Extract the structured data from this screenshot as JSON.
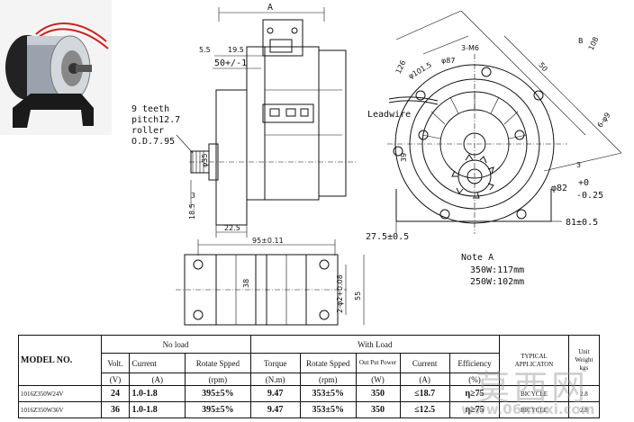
{
  "drawing": {
    "side_view": {
      "dim_a": "A",
      "dim_5_5": "5.5",
      "dim_19_5": "19.5",
      "dim_50": "50+/-1",
      "sprocket_note_lines": [
        "9 teeth",
        "pitch12.7",
        "roller",
        "O.D.7.95"
      ],
      "dim_phi35": "φ35",
      "dim_3": "3",
      "dim_18_5": "18.5",
      "dim_22_5": "22.5"
    },
    "front_view": {
      "dim_126": "126",
      "dim_phi87": "φ87",
      "dim_phi101_5": "φ101.5",
      "dim_3_m6": "3-M6",
      "dim_b": "B",
      "dim_108": "108",
      "dim_50": "50",
      "dim_39": "39",
      "dim_6_phi9": "6-φ9",
      "dim_3": "3",
      "dim_phi82": "φ82",
      "dim_tol_upper": "+0",
      "dim_tol_lower": "-0.25",
      "dim_81": "81±0.5",
      "dim_27_5": "27.5±0.5",
      "leadwire_label": "Leadwire"
    },
    "bottom_view": {
      "dim_95": "95±0.11",
      "dim_38": "38",
      "dim_2_phi": "2-φ2+0.08",
      "dim_55": "55"
    },
    "note": {
      "title": "Note A",
      "lines": [
        "350W:117mm",
        "250W:102mm"
      ]
    }
  },
  "spec_table": {
    "model_header": "MODEL NO.",
    "no_load_header": "No load",
    "with_load_header": "With Load",
    "typical_header": "TYPICAL APPLICATON",
    "weight_header": "Unit Weight kgs",
    "columns": [
      "Volt.",
      "Current",
      "Rotate Spped",
      "Torque",
      "Rotate Spped",
      "Out Put Power",
      "Current",
      "Efficiency"
    ],
    "units": [
      "(V)",
      "(A)",
      "(rpm)",
      "(N.m)",
      "(rpm)",
      "(W)",
      "(A)",
      "(%)"
    ],
    "rows": [
      {
        "model": "1016Z350W24V",
        "volt": "24",
        "current": "1.0-1.8",
        "speed": "395±5%",
        "torque": "9.47",
        "load_speed": "353±5%",
        "power": "350",
        "load_current": "≤18.7",
        "efficiency": "η≥75",
        "application": "BICYCLE",
        "weight": "2.8"
      },
      {
        "model": "1016Z350W36V",
        "volt": "36",
        "current": "1.0-1.8",
        "speed": "395±5%",
        "torque": "9.47",
        "load_speed": "353±5%",
        "power": "350",
        "load_current": "≤12.5",
        "efficiency": "η≥75",
        "application": "BICYCLE",
        "weight": "2.8"
      }
    ]
  },
  "watermark": {
    "chars": "莫西网",
    "url": "www.06moxi.com"
  }
}
